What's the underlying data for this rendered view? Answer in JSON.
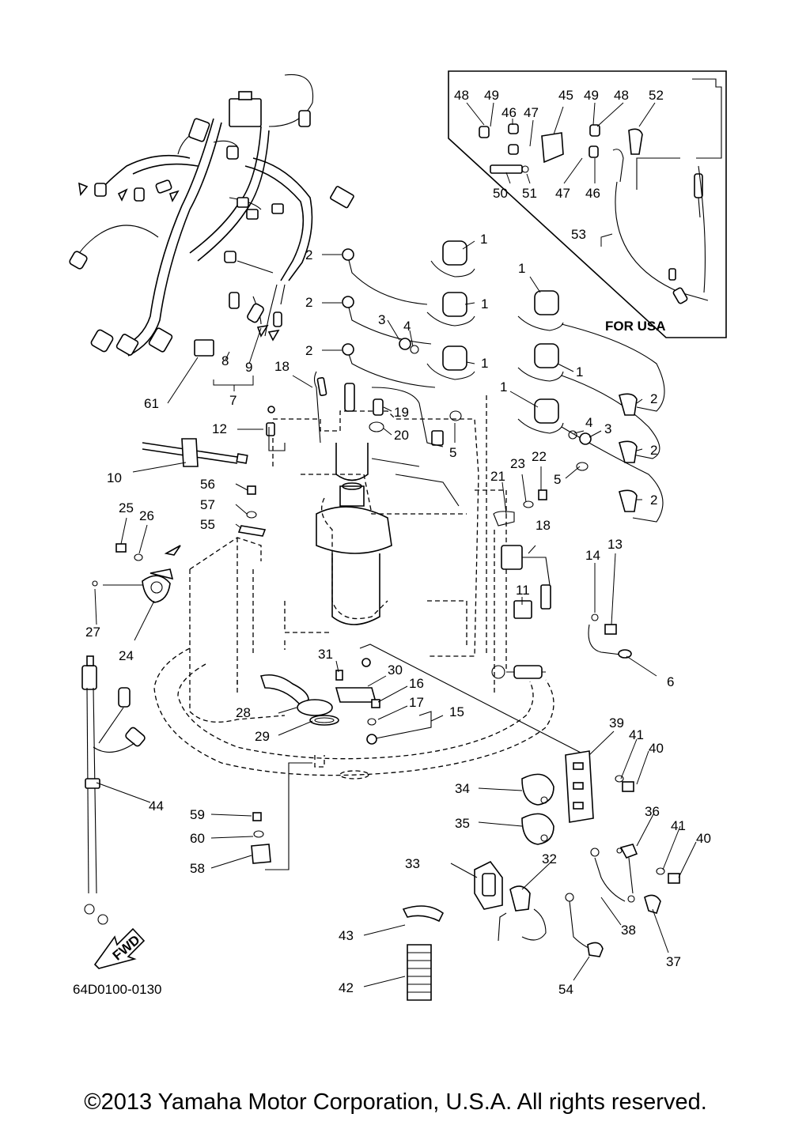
{
  "figure_code": "64D0100-0130",
  "inset_caption": "FOR USA",
  "direction_label": "FWD",
  "copyright": "©2013 Yamaha Motor Corporation, U.S.A. All rights reserved.",
  "callouts": [
    "1",
    "2",
    "3",
    "4",
    "5",
    "6",
    "7",
    "8",
    "9",
    "10",
    "11",
    "12",
    "13",
    "14",
    "15",
    "16",
    "17",
    "18",
    "19",
    "20",
    "21",
    "22",
    "23",
    "24",
    "25",
    "26",
    "27",
    "28",
    "29",
    "30",
    "31",
    "32",
    "33",
    "34",
    "35",
    "36",
    "37",
    "38",
    "39",
    "40",
    "41",
    "42",
    "43",
    "44",
    "45",
    "46",
    "47",
    "48",
    "49",
    "50",
    "51",
    "52",
    "53",
    "54",
    "55",
    "56",
    "57",
    "58",
    "59",
    "60",
    "61"
  ]
}
